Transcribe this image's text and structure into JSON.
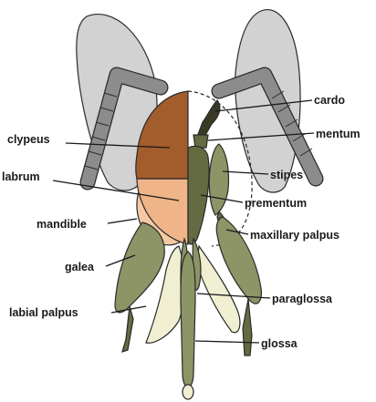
{
  "labels": {
    "clypeus": "clypeus",
    "labrum": "labrum",
    "mandible": "mandible",
    "galea": "galea",
    "labial_palpus": "labial palpus",
    "cardo": "cardo",
    "mentum": "mentum",
    "stipes": "stipes",
    "prementum": "prementum",
    "maxillary_palpus": "maxillary palpus",
    "paraglossa": "paraglossa",
    "glossa": "glossa"
  },
  "colors": {
    "eye": "#d2d2d2",
    "antenna": "#8c8c8c",
    "clypeus": "#a35c2c",
    "labrum": "#efb488",
    "mandible": "#f6c9a4",
    "olive": "#8d9465",
    "dark_olive": "#646b42",
    "pale": "#f0efd2",
    "outline": "#2a2a2a"
  }
}
